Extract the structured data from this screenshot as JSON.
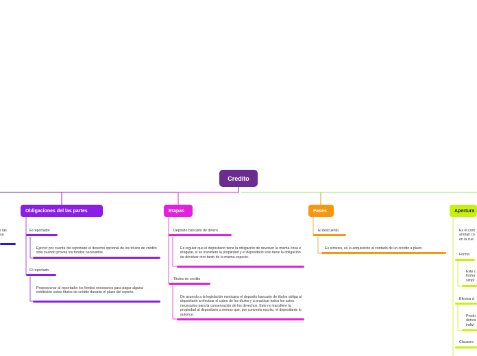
{
  "root": {
    "label": "Credito"
  },
  "colors": {
    "root": "#6a2c8f",
    "obligaciones": "#8b1ee6",
    "etapas": "#e61ee0",
    "fases": "#f7970d",
    "apertura": "#c9f00d",
    "left": "#6a2c8f",
    "left_bar": "#2a14e0",
    "line_right": "#94e06a"
  },
  "left_fragment": {
    "line1": "r las",
    "line2": "sa"
  },
  "branches": {
    "obligaciones": {
      "label": "Obligaciones del las partes",
      "children": [
        {
          "label": "El reportador",
          "note": "Ejercer por cuenta del reportado el derecho opcional de los títulos de crédito solo cuando provea los fondos necesarios."
        },
        {
          "label": "El reportado",
          "note": "Proporcionar al reportador los fondos necesarios para pagar alguna exhibición sobre títulos de crédito durante el plazo del reporte."
        }
      ]
    },
    "etapas": {
      "label": "Etapas",
      "children": [
        {
          "label": "Deposito bancario de dinero",
          "note": "Es regular que el depositario tiene la obligación de devolver la misma cosa e irregular, si se transfiere la propiedad y el depositario solo tiene la obligación de devolver otro tanto de la misma especie."
        },
        {
          "label": "Titulos de credito",
          "note": "De acuerdo a la legislación mexicana el deposito bancario de títulos obliga al depositario a efectuar el cobro de los títulos y a practicar todos los actos necesarios para la conservación de los derechos. Este no transfiere la propiedad al depositario a menos que, por convenio escrito, el depositante lo autorice."
        }
      ]
    },
    "fases": {
      "label": "Fases",
      "children": [
        {
          "label": "El descuento",
          "note": "Es síntesis, es la adquisición al contado de un crédito a plazo."
        }
      ]
    },
    "apertura": {
      "label": "Apertura",
      "intro": {
        "line1": "Es el cont",
        "line2": "anotan co",
        "line3": "en la cue"
      },
      "children": [
        {
          "label": "Forma",
          "note": {
            "line1": "Este c",
            "line2": "forma",
            "line3": "simpl"
          }
        },
        {
          "label": "Efectos d",
          "note": {
            "line1": "Produ",
            "line2": "deriva",
            "line3": "indivi"
          }
        },
        {
          "label": "Clausura"
        }
      ]
    }
  }
}
